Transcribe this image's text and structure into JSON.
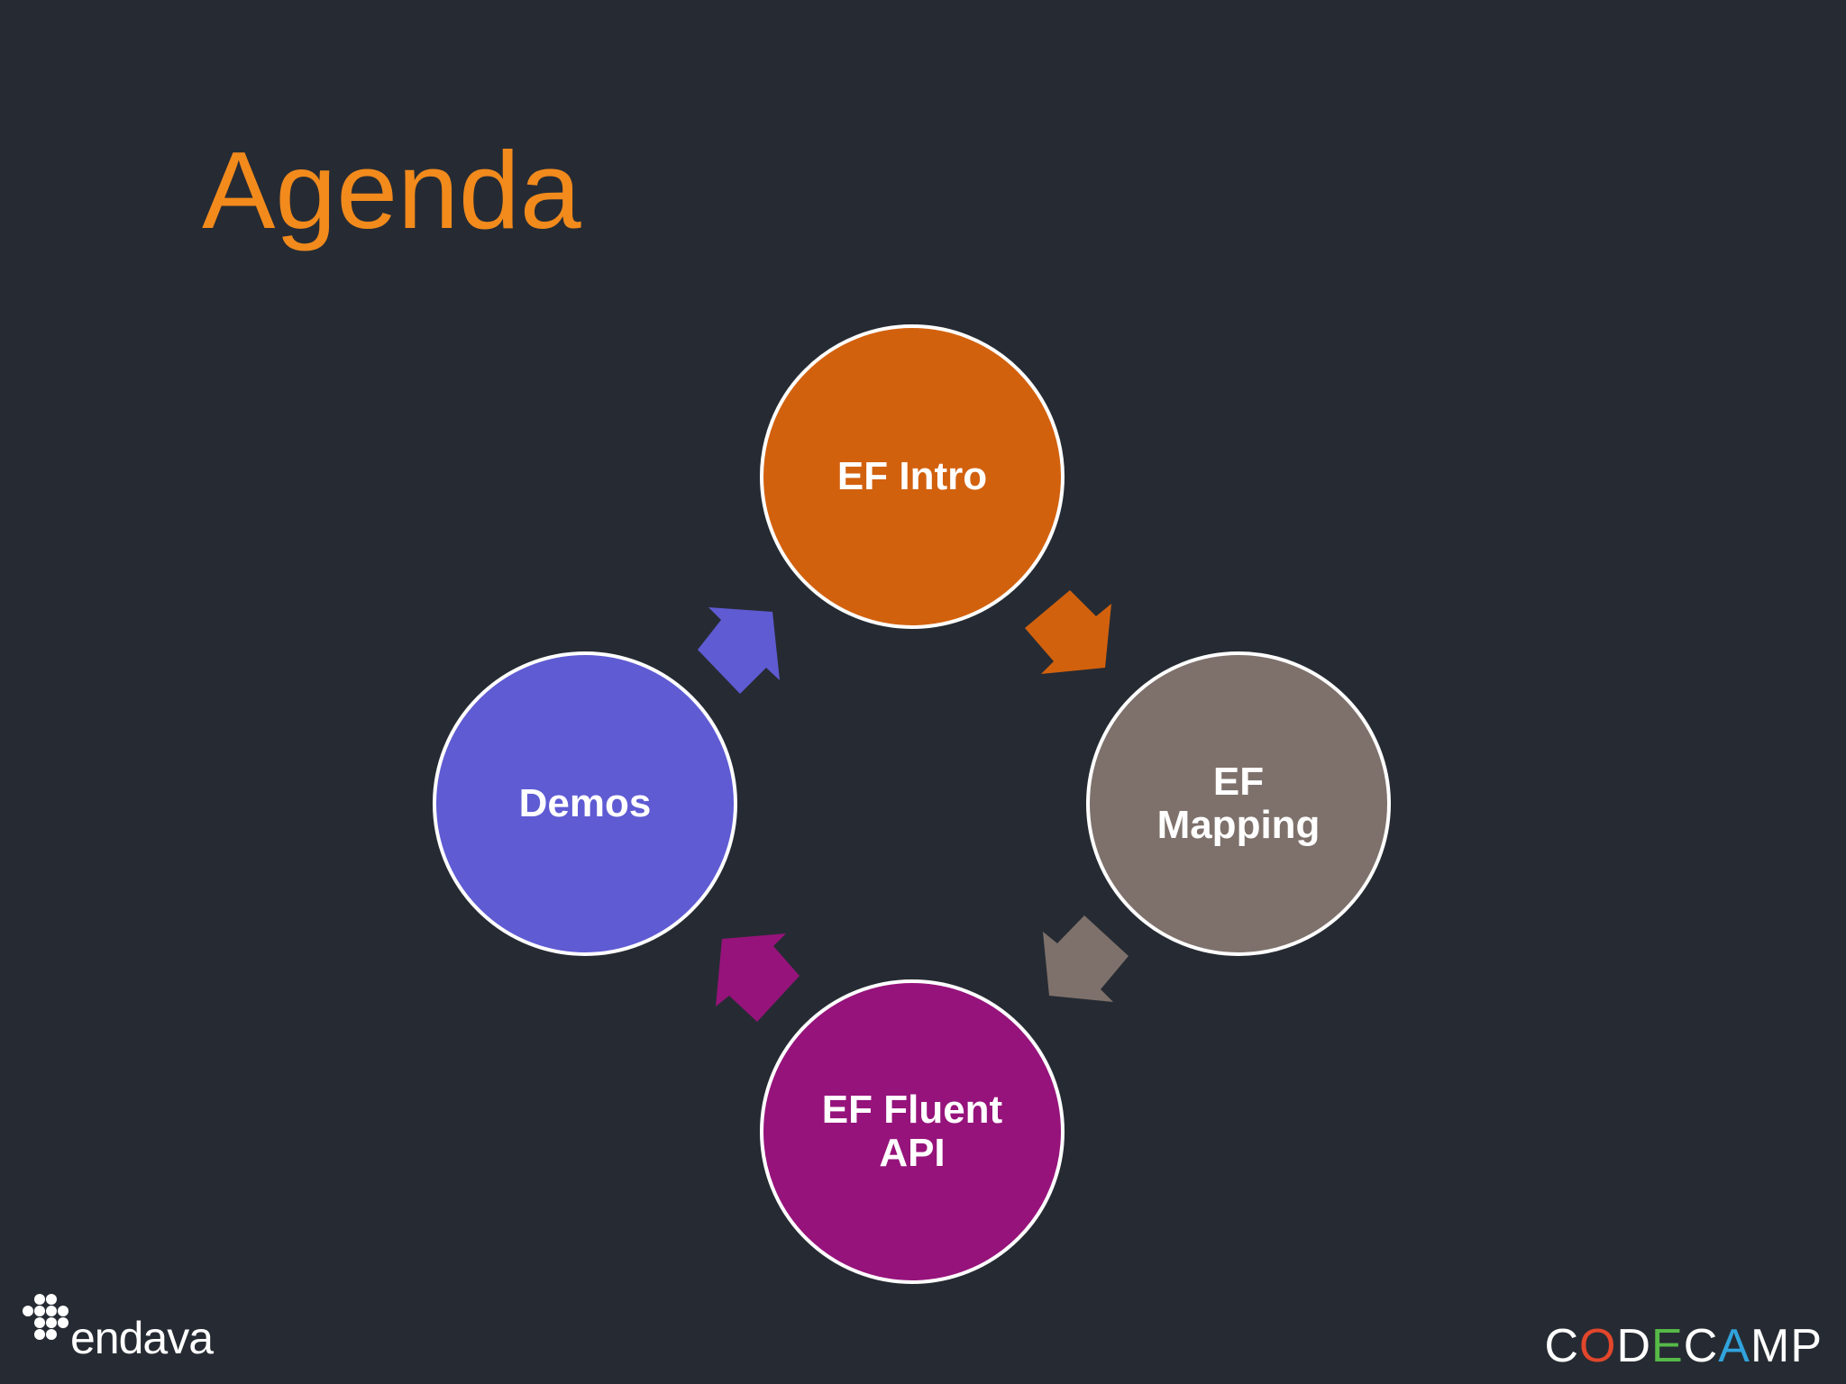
{
  "slide": {
    "title": "Agenda"
  },
  "cycle": {
    "nodes": [
      {
        "label": "EF Intro",
        "color": "#d2610e"
      },
      {
        "label": "EF\nMapping",
        "color": "#7e716b"
      },
      {
        "label": "EF Fluent\nAPI",
        "color": "#96137b"
      },
      {
        "label": "Demos",
        "color": "#5f5bd3"
      }
    ],
    "arrow_colors": [
      "#d2610e",
      "#7e716b",
      "#96137b",
      "#5f5bd3"
    ]
  },
  "footer": {
    "left_logo_text": "endava",
    "right_logo_text": "CODECAMP"
  },
  "colors": {
    "background": "#262b33",
    "title": "#f28a1c"
  }
}
